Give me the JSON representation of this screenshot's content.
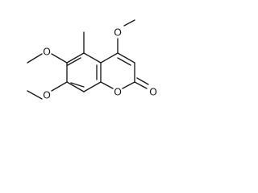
{
  "molecule": {
    "atom_labels": {
      "methoxy_4_oxygen": "O",
      "methoxy_6_oxygen": "O",
      "methoxy_7_oxygen": "O",
      "ring_oxygen": "O",
      "carbonyl_oxygen": "O"
    }
  }
}
